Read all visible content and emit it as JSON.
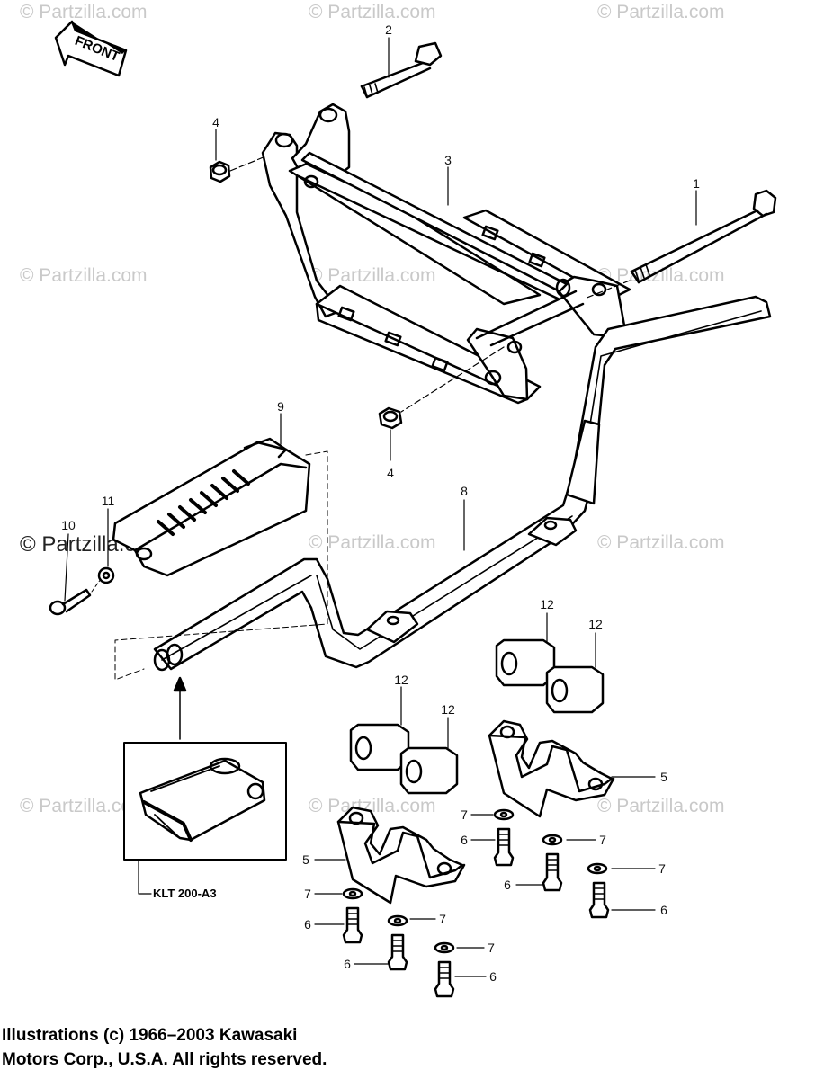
{
  "watermark": "© Partzilla.com",
  "front_label": "FRONT",
  "inset_label": "KLT 200-A3",
  "callouts": {
    "n1": "1",
    "n2": "2",
    "n3": "3",
    "n4": "4",
    "n5": "5",
    "n6": "6",
    "n7": "7",
    "n8": "8",
    "n9": "9",
    "n10": "10",
    "n11": "11",
    "n12": "12"
  },
  "copyright": {
    "line1": "Illustrations (c) 1966–2003 Kawasaki",
    "line2": "Motors Corp., U.S.A.  All rights reserved."
  }
}
